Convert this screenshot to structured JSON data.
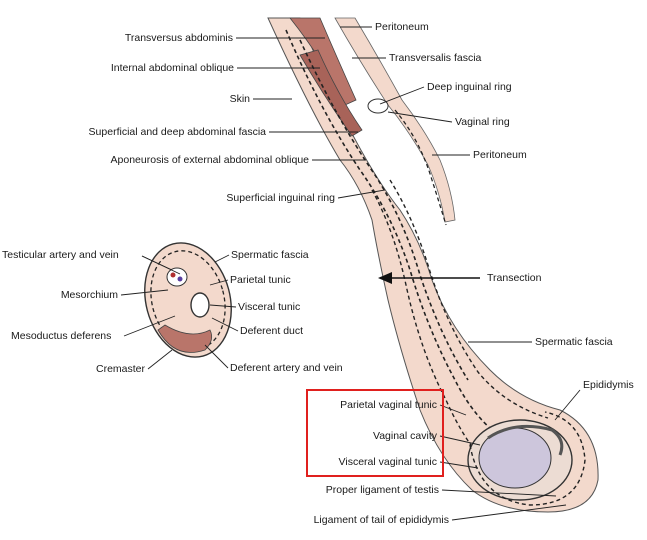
{
  "labels": {
    "transversus_abdominis": "Transversus abdominis",
    "internal_oblique": "Internal abdominal oblique",
    "skin": "Skin",
    "superficial_deep_fascia": "Superficial and deep abdominal fascia",
    "aponeurosis_external_oblique": "Aponeurosis of external abdominal oblique",
    "superficial_inguinal_ring": "Superficial inguinal ring",
    "peritoneum_top": "Peritoneum",
    "transversalis_fascia": "Transversalis fascia",
    "deep_inguinal_ring": "Deep inguinal ring",
    "vaginal_ring": "Vaginal ring",
    "peritoneum_mid": "Peritoneum",
    "transection": "Transection",
    "spermatic_fascia_right": "Spermatic fascia",
    "epididymis": "Epididymis",
    "parietal_vaginal_tunic": "Parietal vaginal tunic",
    "vaginal_cavity": "Vaginal cavity",
    "visceral_vaginal_tunic": "Visceral vaginal tunic",
    "proper_ligament_testis": "Proper ligament of testis",
    "ligament_tail_epididymis": "Ligament of tail of epididymis",
    "testicular_artery_vein": "Testicular artery and vein",
    "mesorchium": "Mesorchium",
    "mesoductus_deferens": "Mesoductus deferens",
    "cremaster": "Cremaster",
    "spermatic_fascia_left": "Spermatic fascia",
    "parietal_tunic": "Parietal tunic",
    "visceral_tunic": "Visceral tunic",
    "deferent_duct": "Deferent duct",
    "deferent_artery_vein": "Deferent artery and vein"
  },
  "colors": {
    "tissue_fill": "#f3d9cc",
    "muscle_fill": "#b9756a",
    "highlight_border": "#e0201e",
    "testis_fill": "#cdc6dc"
  }
}
